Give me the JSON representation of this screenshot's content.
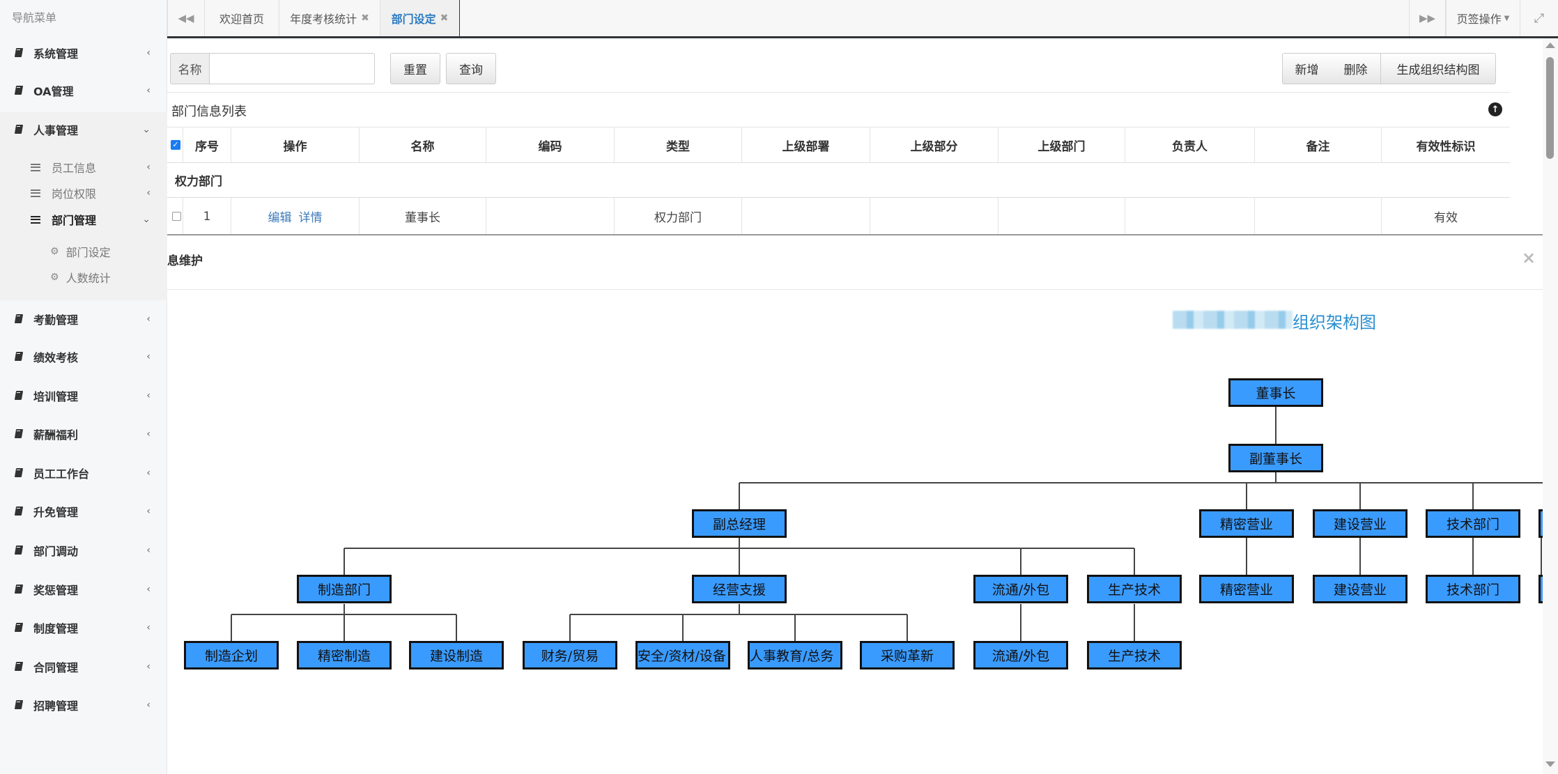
{
  "sidebar": {
    "header": "导航菜单",
    "items": [
      {
        "label": "系统管理"
      },
      {
        "label": "OA管理"
      },
      {
        "label": "人事管理"
      },
      {
        "label": "考勤管理"
      },
      {
        "label": "绩效考核"
      },
      {
        "label": "培训管理"
      },
      {
        "label": "薪酬福利"
      },
      {
        "label": "员工工作台"
      },
      {
        "label": "升免管理"
      },
      {
        "label": "部门调动"
      },
      {
        "label": "奖惩管理"
      },
      {
        "label": "制度管理"
      },
      {
        "label": "合同管理"
      },
      {
        "label": "招聘管理"
      }
    ],
    "hr_children": [
      {
        "label": "员工信息"
      },
      {
        "label": "岗位权限"
      },
      {
        "label": "部门管理"
      }
    ],
    "dept_children": [
      {
        "label": "部门设定"
      },
      {
        "label": "人数统计"
      }
    ]
  },
  "tabs": {
    "items": [
      {
        "label": "欢迎首页"
      },
      {
        "label": "年度考核统计"
      },
      {
        "label": "部门设定",
        "active": true
      }
    ],
    "page_ops": "页签操作"
  },
  "search": {
    "label": "名称",
    "value": "",
    "reset": "重置",
    "query": "查询"
  },
  "toolbar": {
    "add": "新增",
    "delete": "删除",
    "generate_chart": "生成组织结构图"
  },
  "list": {
    "title": "部门信息列表",
    "columns": [
      "序号",
      "操作",
      "名称",
      "编码",
      "类型",
      "上级部署",
      "上级部分",
      "上级部门",
      "负责人",
      "备注",
      "有效性标识"
    ],
    "group": "权力部门",
    "rows": [
      {
        "index": "1",
        "edit": "编辑",
        "detail": "详情",
        "name": "董事长",
        "code": "",
        "type": "权力部门",
        "validity": "有效"
      }
    ]
  },
  "modal": {
    "title": "息维护",
    "close": "×",
    "chart_title": "组织架构图",
    "accent": "#3a9bff",
    "org": {
      "root": "董事长",
      "vice": "副董事长",
      "deputy_gm": "副总经理",
      "deputy_children": [
        "制造部门",
        "经营支援",
        "流通/外包",
        "生产技术"
      ],
      "mfg_children": [
        "制造企划",
        "精密制造",
        "建设制造"
      ],
      "ops_children": [
        "财务/贸易",
        "安全/资材/设备",
        "人事教育/总务",
        "采购革新"
      ],
      "logistics_child": "流通/外包",
      "prodtech_child": "生产技术",
      "branches": [
        "精密营业",
        "建设营业",
        "技术部门"
      ],
      "branch_children": [
        "精密营业",
        "建设营业",
        "技术部门"
      ]
    }
  }
}
